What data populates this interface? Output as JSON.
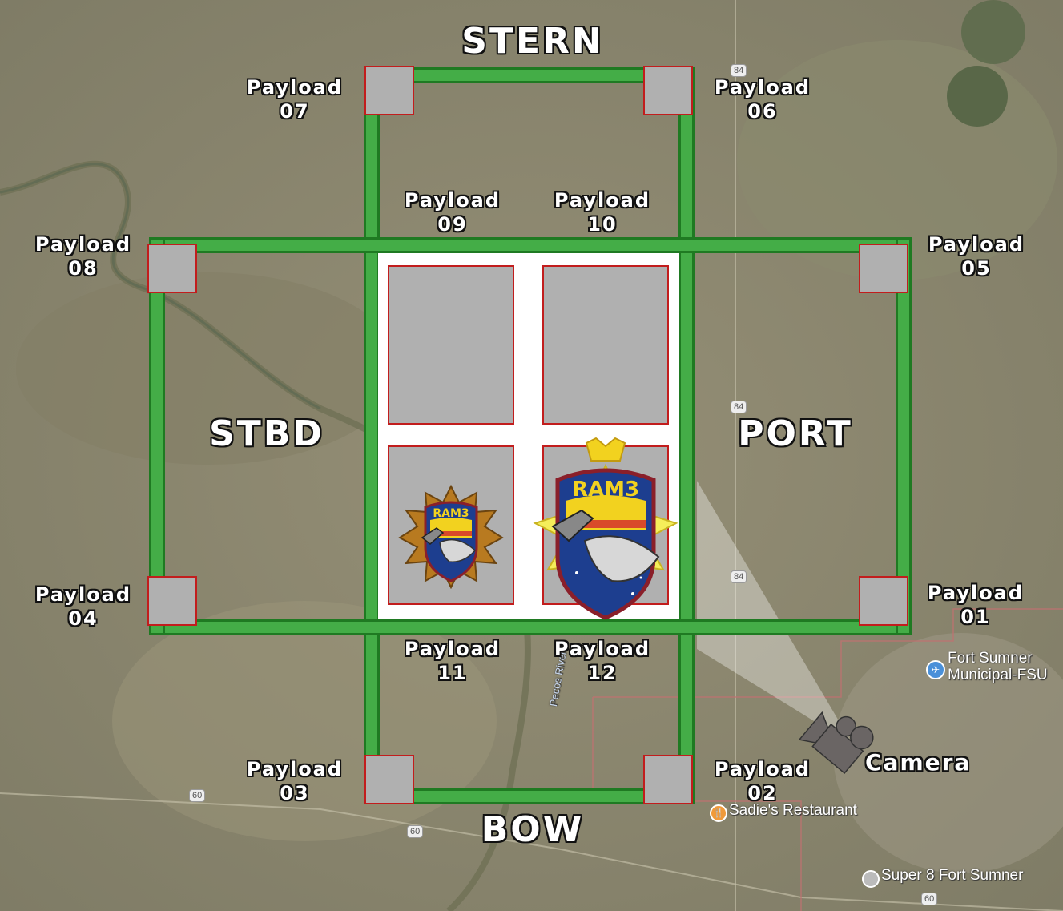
{
  "directions": {
    "stern": "STERN",
    "bow": "BOW",
    "stbd": "STBD",
    "port": "PORT"
  },
  "payloads": [
    {
      "id": "01",
      "line1": "Payload",
      "line2": "01"
    },
    {
      "id": "02",
      "line1": "Payload",
      "line2": "02"
    },
    {
      "id": "03",
      "line1": "Payload",
      "line2": "03"
    },
    {
      "id": "04",
      "line1": "Payload",
      "line2": "04"
    },
    {
      "id": "05",
      "line1": "Payload",
      "line2": "05"
    },
    {
      "id": "06",
      "line1": "Payload",
      "line2": "06"
    },
    {
      "id": "07",
      "line1": "Payload",
      "line2": "07"
    },
    {
      "id": "08",
      "line1": "Payload",
      "line2": "08"
    },
    {
      "id": "09",
      "line1": "Payload",
      "line2": "09"
    },
    {
      "id": "10",
      "line1": "Payload",
      "line2": "10"
    },
    {
      "id": "11",
      "line1": "Payload",
      "line2": "11"
    },
    {
      "id": "12",
      "line1": "Payload",
      "line2": "12"
    }
  ],
  "camera": {
    "label": "Camera"
  },
  "logo": {
    "text": "RAM3"
  },
  "map_labels": {
    "airport_line1": "Fort Sumner",
    "airport_line2": "Municipal-FSU",
    "restaurant": "Sadie's Restaurant",
    "hotel": "Super 8 Fort Sumner",
    "river": "Pecos River",
    "highway_84": "84",
    "highway_60": "60"
  },
  "colors": {
    "frame_green": "#44ad47",
    "frame_border": "#1f7a22",
    "payload_gray": "#b0b0b0",
    "payload_border": "#c21d1d",
    "logo_yellow": "#f2d21f",
    "logo_navy": "#1d3e8f"
  }
}
